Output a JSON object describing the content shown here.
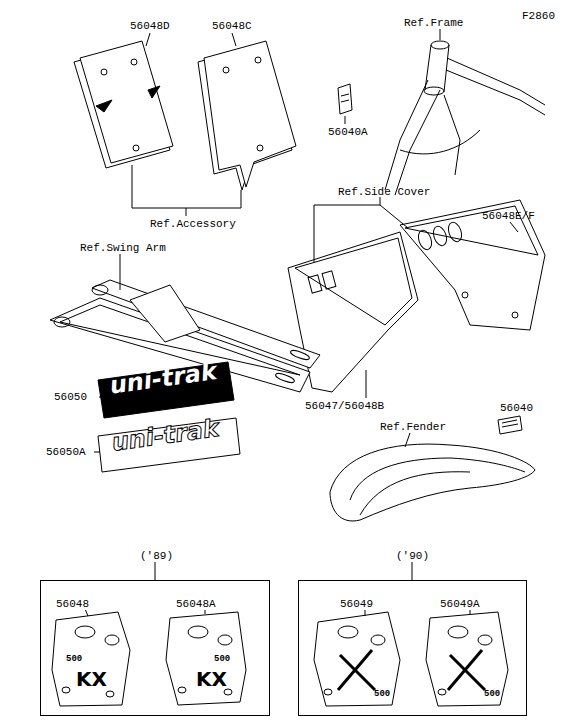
{
  "diagram": {
    "nodes": [
      {
        "text": [
          "('89)",
          "56048",
          "56048A"
        ]
      },
      {
        "text": [
          "('90)",
          "56049",
          "56049A"
        ]
      }
    ],
    "labels": [
      "F2860",
      "56048D",
      "56048C",
      "Ref.Frame",
      "56040A",
      "Ref.Accessory",
      "Ref.Side Cover",
      "56048E/F",
      "Ref.Swing Arm",
      "56047/56048B",
      "56050",
      "56050A",
      "56040",
      "Ref.Fender",
      "uni-trak",
      "uni-trak",
      "500",
      "KX",
      "500",
      "KX",
      "500",
      "500"
    ]
  }
}
